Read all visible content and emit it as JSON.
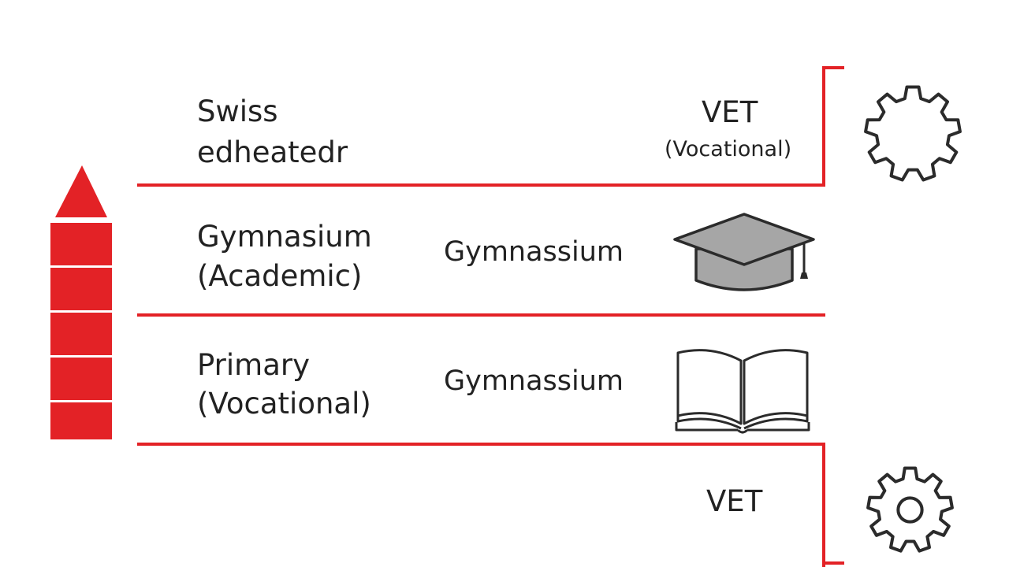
{
  "colors": {
    "accent": "#e32226",
    "text": "#222222",
    "cap_fill": "#a6a6a6",
    "icon_stroke": "#2b2b2b"
  },
  "levels": {
    "top": {
      "title_line1": "Swiss",
      "title_line2": "edheatedr",
      "right_label_line1": "VET",
      "right_label_line2": "(Vocational)",
      "icon": "gear-icon"
    },
    "middle": {
      "title_line1": "Gymnasium",
      "title_line2": "(Academic)",
      "center_label": "Gymnassium",
      "icon": "graduation-cap-icon"
    },
    "lower": {
      "title_line1": "Primary",
      "title_line2": "(Vocational)",
      "center_label": "Gymnassium",
      "icon": "open-book-icon"
    },
    "bottom": {
      "right_label": "VET",
      "icon": "gear-icon"
    }
  },
  "tower": {
    "icon": "red-tower-icon",
    "segments": 5
  }
}
